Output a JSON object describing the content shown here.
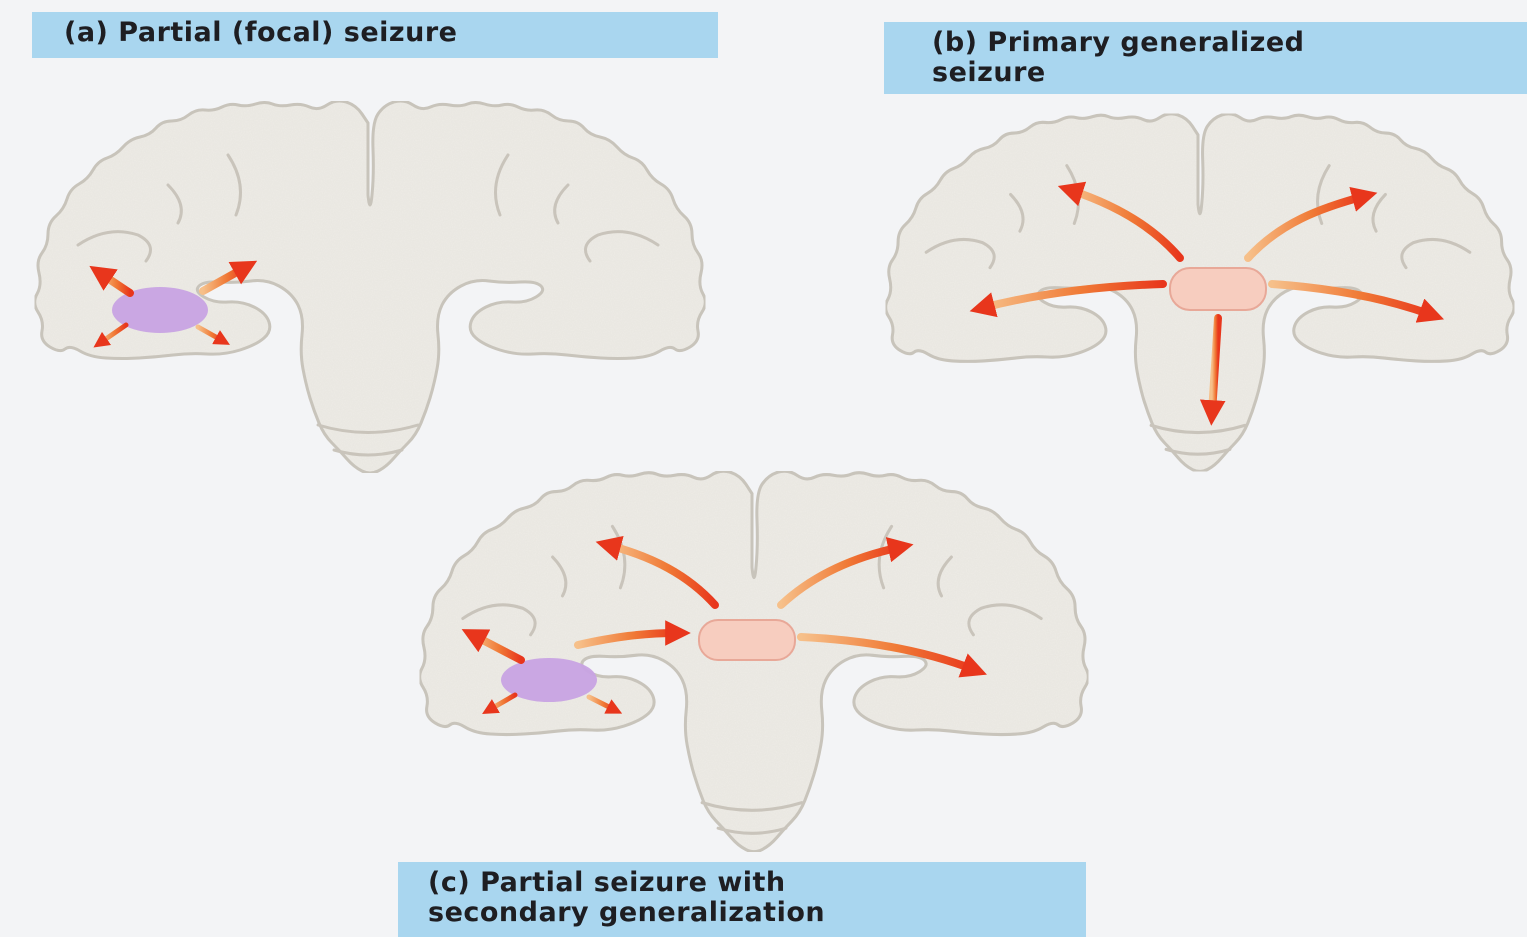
{
  "labels": {
    "a": "(a) Partial (focal) seizure",
    "b": "(b) Primary generalized\nseizure",
    "c": "(c) Partial seizure with\nsecondary generalization"
  },
  "colors": {
    "page_background": "#f3f4f6",
    "label_background": "#a9d6ef",
    "brain_tissue": "#eeece6",
    "brain_outline": "#c9c4bb",
    "focal_region": "#c8a3e3",
    "central_region": "#f7cdbf",
    "arrow": "#ef4a22"
  }
}
